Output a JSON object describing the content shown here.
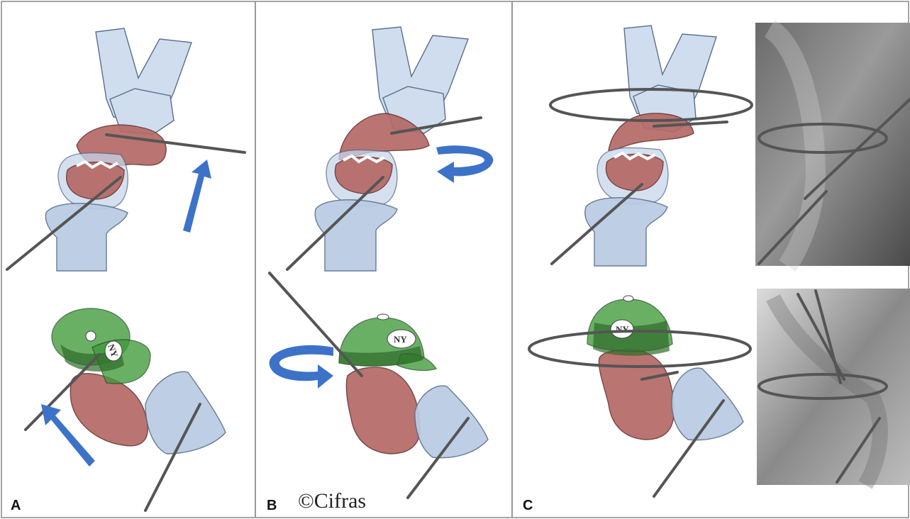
{
  "panels": [
    {
      "label": "A"
    },
    {
      "label": "B"
    },
    {
      "label": "C"
    }
  ],
  "copyright": "©Cifras",
  "cap_text": "NY",
  "colors": {
    "bone_blue": "#cfddef",
    "bone_red": "#b56a67",
    "arrow": "#3c73c8",
    "cap_green": "#3f9b3a",
    "wire": "#555555"
  }
}
